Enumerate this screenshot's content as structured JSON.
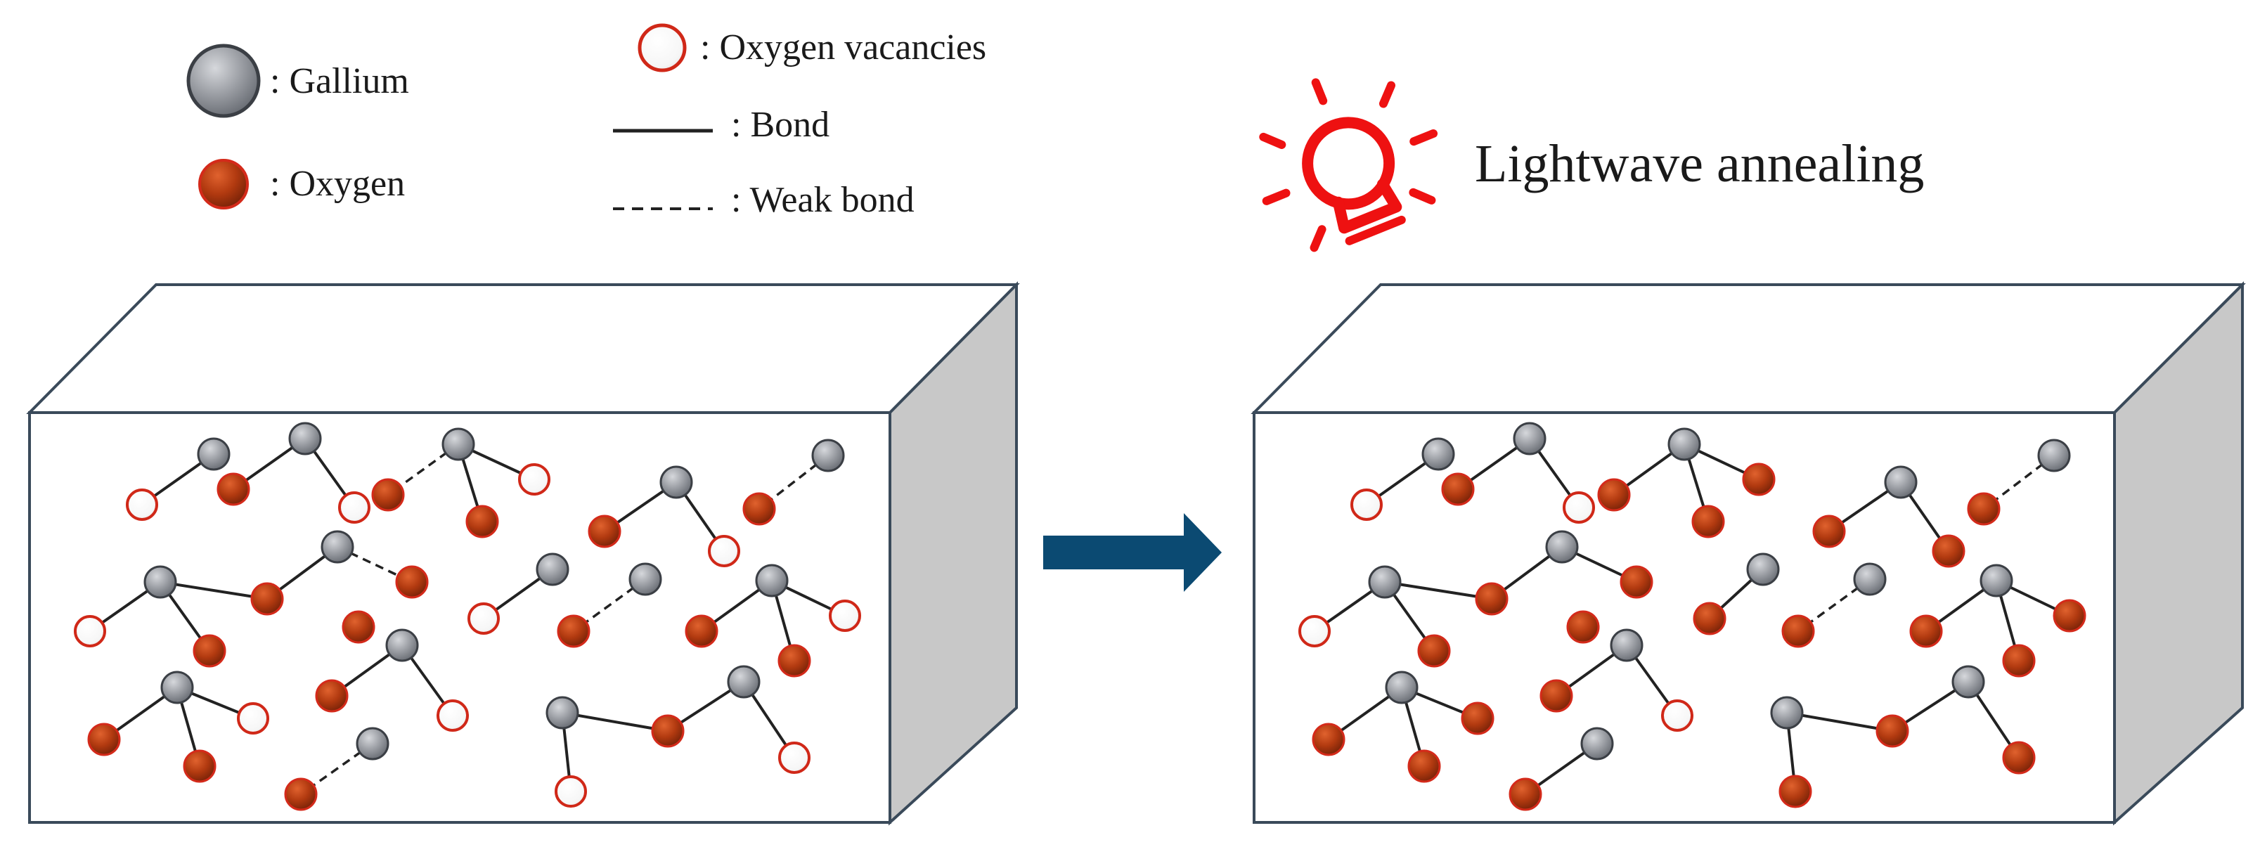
{
  "legend": {
    "gallium": ": Gallium",
    "oxygen": ": Oxygen",
    "vacancy": ": Oxygen vacancies",
    "bond": ": Bond",
    "weak_bond": ": Weak bond"
  },
  "process_label": "Lightwave annealing",
  "colors": {
    "gallium_fill": "#9a9da3",
    "gallium_stroke": "#3b3f45",
    "oxygen_fill": "#b23a10",
    "oxygen_stroke": "#d42a1a",
    "vacancy_fill": "#ffffff",
    "vacancy_stroke": "#d02818",
    "bond": "#222222",
    "box_edge": "#3a4a5a",
    "box_side": "#c8c8c8",
    "arrow": "#0b4a72",
    "lamp": "#ee1111"
  },
  "icons": [
    "light-bulb-icon",
    "right-arrow-icon"
  ]
}
